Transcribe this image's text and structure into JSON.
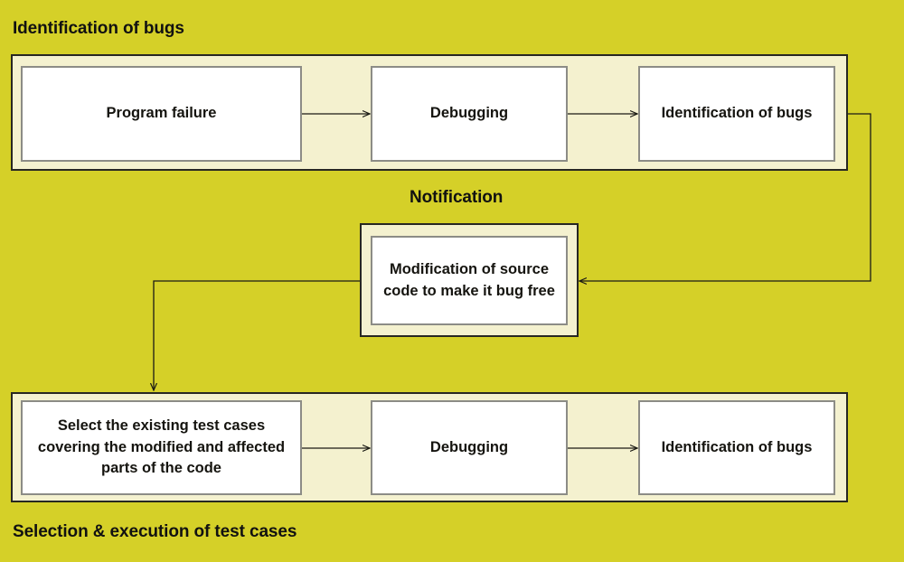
{
  "diagram": {
    "title_top": "Identification of bugs",
    "title_middle": "Notification",
    "title_bottom": "Selection & execution of test cases",
    "colors": {
      "background": "#d5d028",
      "band_fill": "#f4f1cf",
      "band_border": "#272722",
      "box_fill": "#ffffff",
      "box_border": "#8c8c86",
      "text": "#15140f",
      "connector": "#1b1b15"
    }
  },
  "stages": {
    "identification_of_bugs": {
      "caption": "Identification of bugs",
      "boxes": [
        {
          "id": "program-failure",
          "label": "Program failure"
        },
        {
          "id": "debugging",
          "label": "Debugging"
        },
        {
          "id": "identification-of-bugs",
          "label": "Identification of bugs"
        }
      ]
    },
    "notification": {
      "caption": "Notification",
      "boxes": [
        {
          "id": "modification",
          "label": "Modification of source code to make it bug free"
        }
      ]
    },
    "selection_execution": {
      "caption": "Selection & execution of test cases",
      "boxes": [
        {
          "id": "select-test-cases",
          "label": "Select the existing test cases covering the modified and affected parts of the code"
        },
        {
          "id": "debugging",
          "label": "Debugging"
        },
        {
          "id": "identification-of-bugs",
          "label": "Identification of bugs"
        }
      ]
    }
  },
  "connectors": [
    {
      "id": "program-failure-to-debugging",
      "from": "program-failure",
      "to": "debugging-top",
      "direction": "right"
    },
    {
      "id": "debugging-to-identification",
      "from": "debugging-top",
      "to": "identification-top",
      "direction": "right"
    },
    {
      "id": "identification-to-modification",
      "from": "identification-top",
      "to": "modification",
      "direction": "right-down-left"
    },
    {
      "id": "modification-to-select-test-cases",
      "from": "modification",
      "to": "select-test-cases",
      "direction": "left-down"
    },
    {
      "id": "select-to-debugging",
      "from": "select-test-cases",
      "to": "debugging-bottom",
      "direction": "right"
    },
    {
      "id": "debugging-to-identification-bottom",
      "from": "debugging-bottom",
      "to": "identification-bottom",
      "direction": "right"
    }
  ]
}
